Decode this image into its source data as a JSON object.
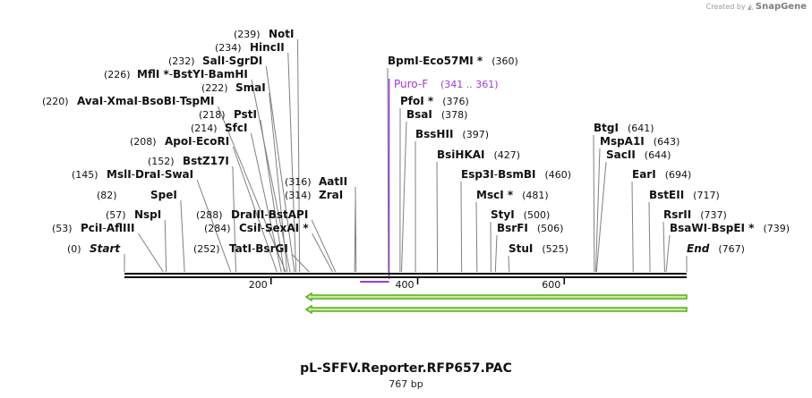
{
  "header": {
    "credit_prefix": "Created by",
    "credit_brand": "SnapGene"
  },
  "map": {
    "title": "pL-SFFV.Reporter.RFP657.PAC",
    "length_label": "767 bp",
    "total_bp": 767
  },
  "colors": {
    "primer": "#9b3bd1",
    "feature_fill": "#c8ef8a",
    "feature_stroke": "#5ca82a",
    "line": "#808080",
    "backbone": "#000000"
  },
  "ruler_ticks": [
    {
      "pos": 200,
      "label": "200"
    },
    {
      "pos": 400,
      "label": "400"
    },
    {
      "pos": 600,
      "label": "600"
    }
  ],
  "primer": {
    "name": "Puro-F",
    "range": "(341 .. 361)",
    "start": 341,
    "end": 361
  },
  "features": [
    {
      "name": "feature-arrow-1",
      "start": 250,
      "end": 767,
      "direction": "reverse"
    },
    {
      "name": "feature-arrow-2",
      "start": 250,
      "end": 767,
      "direction": "reverse"
    }
  ],
  "left_labels": [
    {
      "count": "(239)",
      "enzymes": [
        "NotI"
      ],
      "pos": 239
    },
    {
      "count": "(234)",
      "enzymes": [
        "HincII"
      ],
      "pos": 234
    },
    {
      "count": "(232)",
      "enzymes": [
        "SalI",
        "SgrDI"
      ],
      "pos": 232
    },
    {
      "count": "(226)",
      "enzymes": [
        "MflI *",
        "BstYI",
        "BamHI"
      ],
      "pos": 226
    },
    {
      "count": "(222)",
      "enzymes": [
        "SmaI"
      ],
      "pos": 222
    },
    {
      "count": "(220)",
      "enzymes": [
        "AvaI",
        "XmaI",
        "BsoBI",
        "TspMI"
      ],
      "pos": 220
    },
    {
      "count": "(218)",
      "enzymes": [
        "PstI"
      ],
      "pos": 218
    },
    {
      "count": "(214)",
      "enzymes": [
        "SfcI"
      ],
      "pos": 214
    },
    {
      "count": "(208)",
      "enzymes": [
        "ApoI",
        "EcoRI"
      ],
      "pos": 208
    },
    {
      "count": "(152)",
      "enzymes": [
        "BstZ17I"
      ],
      "pos": 152
    },
    {
      "count": "(145)",
      "enzymes": [
        "MslI",
        "DraI",
        "SwaI"
      ],
      "pos": 145
    },
    {
      "count": "(316)",
      "enzymes": [
        "AatII"
      ],
      "pos": 316
    },
    {
      "count": "(82)",
      "enzymes": [
        "SpeI"
      ],
      "pos": 82
    },
    {
      "count": "(314)",
      "enzymes": [
        "ZraI"
      ],
      "pos": 314
    },
    {
      "count": "(57)",
      "enzymes": [
        "NspI"
      ],
      "pos": 57
    },
    {
      "count": "(288)",
      "enzymes": [
        "DraIII",
        "BstAPI"
      ],
      "pos": 288
    },
    {
      "count": "(53)",
      "enzymes": [
        "PciI",
        "AflIII"
      ],
      "pos": 53
    },
    {
      "count": "(284)",
      "enzymes": [
        "CsiI",
        "SexAI *"
      ],
      "pos": 284
    },
    {
      "count": "(252)",
      "enzymes": [
        "TatI",
        "BsrGI"
      ],
      "pos": 252
    },
    {
      "count": "(0)",
      "enzymes": [
        "Start"
      ],
      "pos": 0
    }
  ],
  "right_labels": [
    {
      "count": "(360)",
      "enzymes": [
        "BpmI",
        "Eco57MI *"
      ],
      "pos": 360
    },
    {
      "count": "(376)",
      "enzymes": [
        "PfoI *"
      ],
      "pos": 376
    },
    {
      "count": "(378)",
      "enzymes": [
        "BsaI"
      ],
      "pos": 378
    },
    {
      "count": "(397)",
      "enzymes": [
        "BssHII"
      ],
      "pos": 397
    },
    {
      "count": "(427)",
      "enzymes": [
        "BsiHKAI"
      ],
      "pos": 427
    },
    {
      "count": "(460)",
      "enzymes": [
        "Esp3I",
        "BsmBI"
      ],
      "pos": 460
    },
    {
      "count": "(481)",
      "enzymes": [
        "MscI *"
      ],
      "pos": 481
    },
    {
      "count": "(500)",
      "enzymes": [
        "StyI"
      ],
      "pos": 500
    },
    {
      "count": "(506)",
      "enzymes": [
        "BsrFI"
      ],
      "pos": 506
    },
    {
      "count": "(525)",
      "enzymes": [
        "StuI"
      ],
      "pos": 525
    },
    {
      "count": "(641)",
      "enzymes": [
        "BtgI"
      ],
      "pos": 641
    },
    {
      "count": "(643)",
      "enzymes": [
        "MspA1I"
      ],
      "pos": 643
    },
    {
      "count": "(644)",
      "enzymes": [
        "SacII"
      ],
      "pos": 644
    },
    {
      "count": "(694)",
      "enzymes": [
        "EarI"
      ],
      "pos": 694
    },
    {
      "count": "(717)",
      "enzymes": [
        "BstEII"
      ],
      "pos": 717
    },
    {
      "count": "(737)",
      "enzymes": [
        "RsrII"
      ],
      "pos": 737
    },
    {
      "count": "(739)",
      "enzymes": [
        "BsaWI",
        "BspEI *"
      ],
      "pos": 739
    },
    {
      "count": "(767)",
      "enzymes": [
        "End"
      ],
      "pos": 767
    }
  ]
}
